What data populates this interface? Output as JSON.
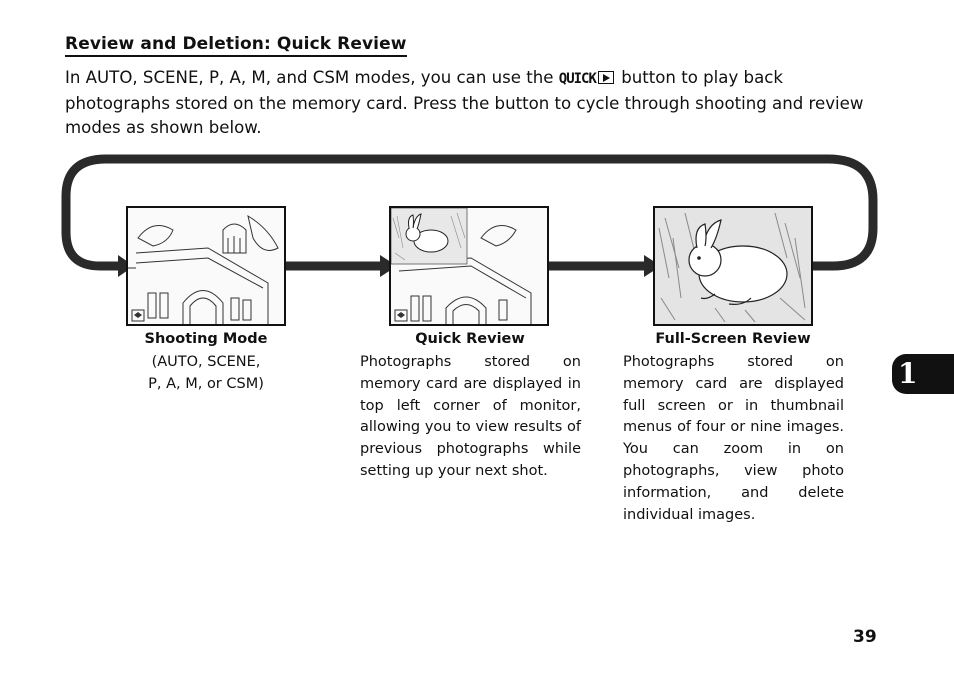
{
  "section": {
    "heading": "Review and Deletion: Quick Review"
  },
  "intro": {
    "part1": "In AUTO, SCENE, P, A, M, and CSM modes, you can use the ",
    "button_word": "QUICK",
    "button_icon": "play-icon",
    "part2": " button to play back photographs stored on the memory card.  Press the button to cycle through shooting and review modes as shown below."
  },
  "modes": [
    {
      "title": "Shooting Mode",
      "text_lines": [
        "(AUTO, SCENE,",
        "P, A, M, or CSM)"
      ],
      "image": "building-photo-icon"
    },
    {
      "title": "Quick Review",
      "text": "Photographs stored on memory card are displayed in top left corner of monitor, allowing you to view results of previous photographs while setting up your next shot.",
      "image": "building-with-rabbit-inset-icon"
    },
    {
      "title": "Full-Screen Review",
      "text": "Photographs stored on memory card are displayed full screen or in thumbnail menus of four or nine images. You can zoom in on photographs, view photo information, and delete individual images.",
      "image": "rabbit-photo-icon"
    }
  ],
  "chapter_tab": "1",
  "page_number": "39"
}
